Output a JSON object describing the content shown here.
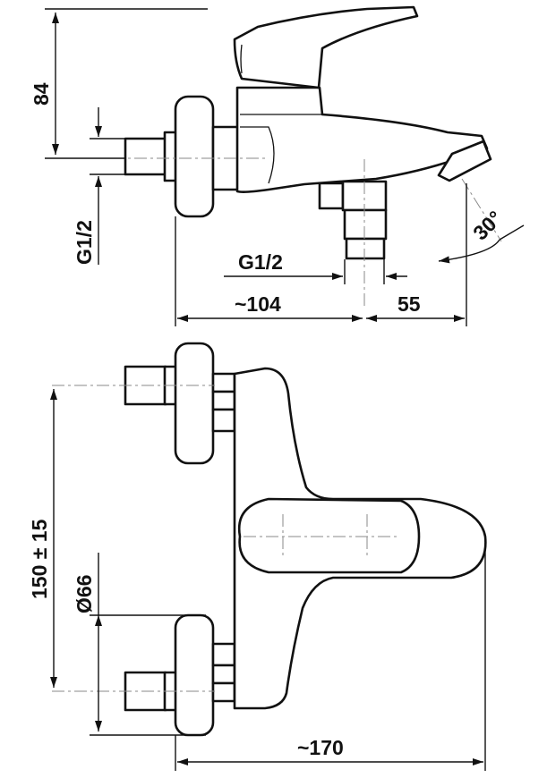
{
  "drawing": {
    "dimensions": {
      "height_84": "84",
      "g12_vertical": "G1/2",
      "g12_horizontal": "G1/2",
      "width_104": "~104",
      "width_55": "55",
      "angle_30": "30°",
      "spacing_150": "150 ± 15",
      "diameter_66": "Ø66",
      "width_170": "~170"
    },
    "colors": {
      "line": "#111111",
      "centerline": "#8a8a8a",
      "background": "#ffffff"
    }
  }
}
